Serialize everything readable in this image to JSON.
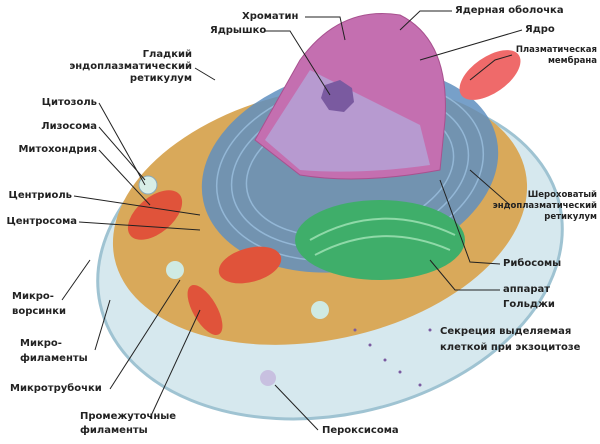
{
  "labels": {
    "chromatin": "Хроматин",
    "nucleolus": "Ядрышко",
    "nuclear_envelope": "Ядерная оболочка",
    "nucleus": "Ядро",
    "plasma_membrane": [
      "Плазматическая",
      "мембрана"
    ],
    "smooth_er": [
      "Гладкий",
      "эндоплазматический",
      "ретикулум"
    ],
    "cytosol": "Цитозоль",
    "lysosome": "Лизосома",
    "mitochondrion": "Митохондрия",
    "centriole": "Центриоль",
    "centrosome": "Центросома",
    "rough_er": [
      "Шероховатый",
      "эндоплазматический",
      "ретикулум"
    ],
    "ribosomes": "Рибосомы",
    "golgi": [
      "аппарат",
      "Гольджи"
    ],
    "microvilli": [
      "Микро-",
      "ворсинки"
    ],
    "microfilaments": [
      "Микро-",
      "филаменты"
    ],
    "microtubules": "Микротрубочки",
    "intermediate_filaments": [
      "Промежуточные",
      "филаменты"
    ],
    "peroxisome": "Пероксисома",
    "secretion": [
      "Секреция выделяемая",
      "клеткой при экзоцитозе"
    ]
  },
  "colors": {
    "membrane": "#cfe3ea",
    "cytoplasm": "#d9a95a",
    "nucleus": "#c46fb0",
    "nucleoplasm": "#b79ad0",
    "er": "#5f8fc0",
    "golgi": "#3fae6a",
    "mito": "#e0533a"
  }
}
